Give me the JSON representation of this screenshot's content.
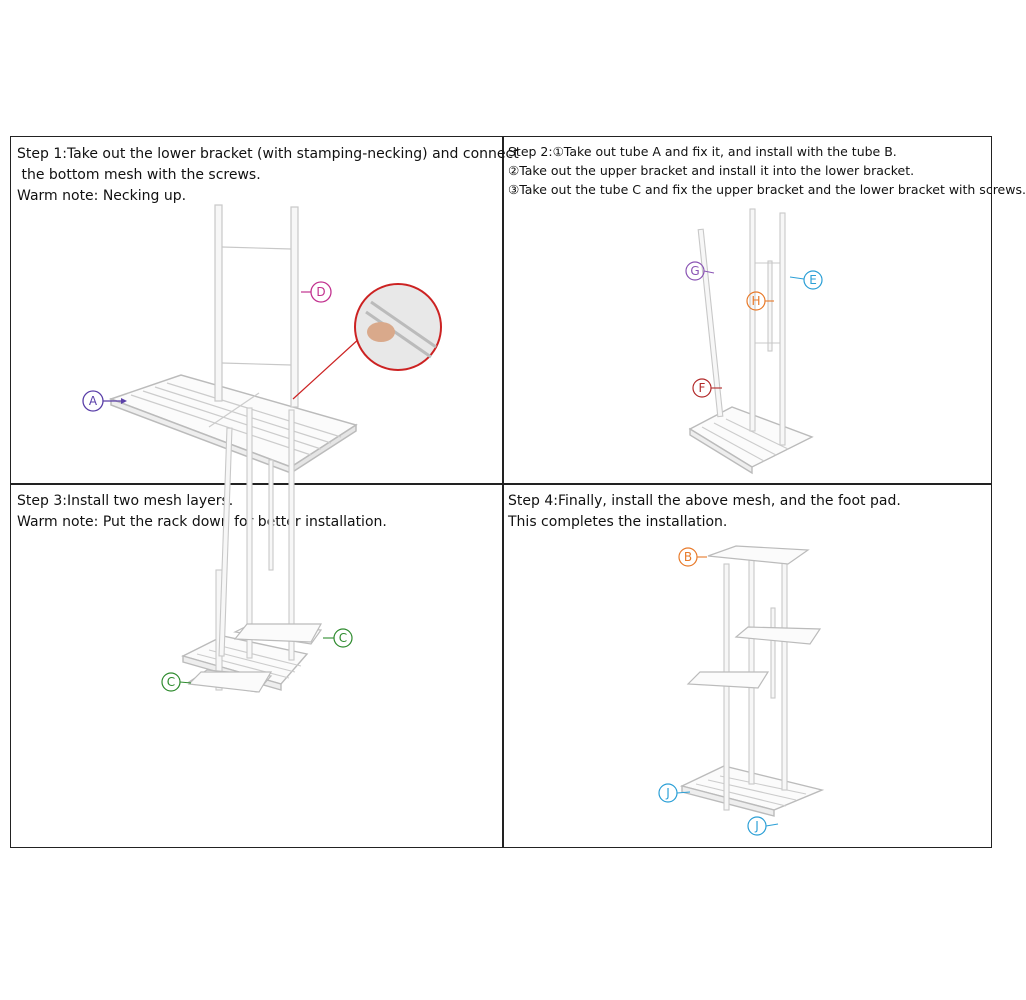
{
  "steps": [
    {
      "lines": [
        "Step 1:Take out the lower bracket (with stamping-necking) and connect",
        " the bottom mesh with the screws.",
        "Warm note: Necking up."
      ],
      "labels": [
        "A",
        "D"
      ]
    },
    {
      "lines": [
        "Step 2:①Take out tube A and fix it, and install with the tube B.",
        "②Take out the upper bracket and install it into the lower bracket.",
        "③Take out the tube C and fix the upper bracket and the lower bracket with screws."
      ],
      "labels": [
        "G",
        "E",
        "H",
        "F"
      ]
    },
    {
      "lines": [
        "Step 3:Install two mesh layers.",
        "Warm note: Put the rack down for better installation."
      ],
      "labels": [
        "C",
        "C"
      ]
    },
    {
      "lines": [
        "Step 4:Finally, install the above mesh, and the foot pad.",
        "This completes the installation."
      ],
      "labels": [
        "B",
        "J",
        "J"
      ]
    }
  ],
  "colors": {
    "A": "#5a3fa8",
    "D": "#c2328f",
    "G": "#8a54b4",
    "E": "#2b9fd6",
    "H": "#e87a2a",
    "F": "#b22a2a",
    "C": "#2e8b2e",
    "B": "#e87a2a",
    "J": "#2b9fd6",
    "callout": "#cc2222"
  }
}
